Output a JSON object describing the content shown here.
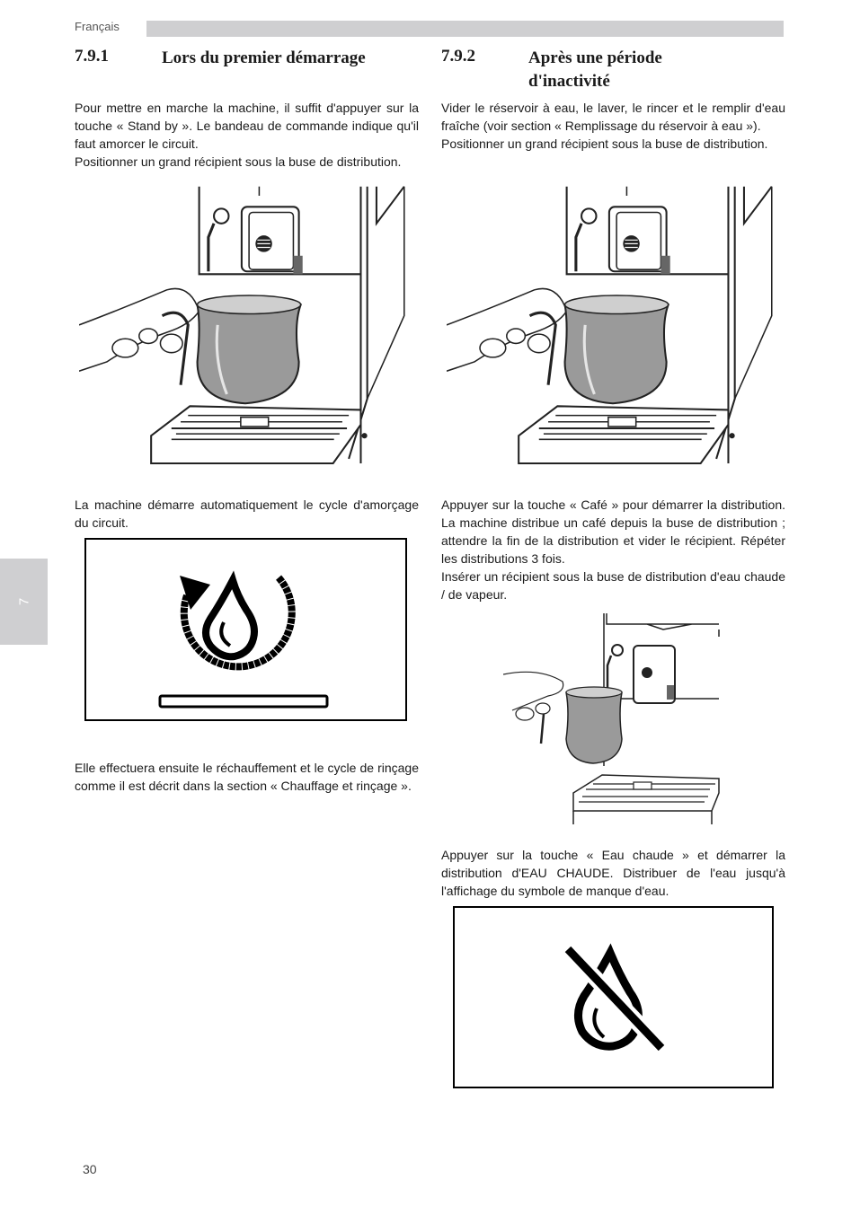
{
  "header": {
    "language": "Français",
    "chapter_tab": "7"
  },
  "left": {
    "section_number": "7.9.1",
    "section_title": "Lors du premier démarrage",
    "intro_p1": "Pour mettre en marche la machine, il suffit d'appuyer sur la touche « Stand by ». Le bandeau de commande indique qu'il faut amorcer le circuit.",
    "intro_p2": "Positionner un grand récipient sous la buse de distribution.",
    "after_image": "La machine démarre automatiquement le cycle d'amorçage du circuit.",
    "after_display": "Elle effectuera ensuite le réchauffement et le cycle de rinçage comme il est décrit dans la section « Chauffage et rinçage »."
  },
  "right": {
    "section_number": "7.9.2",
    "section_title_line1": "Après une période",
    "section_title_line2": "d'inactivité",
    "intro_p1": "Vider le réservoir à eau, le laver, le rincer et le remplir d'eau fraîche (voir section « Remplissage du réservoir à eau »).",
    "intro_p2": "Positionner un grand récipient sous la buse de distribution.",
    "after_image_p1": "Appuyer sur la touche « Café » pour démarrer la distribution. La machine distribue un café depuis la buse de distribution ; attendre la fin de la distribution et vider le récipient. Répéter les distributions 3 fois.",
    "after_image_p2": "Insérer un récipient sous la buse de distribution d'eau chaude / de vapeur.",
    "after_small_image": "Appuyer sur la touche « Eau chaude » et démarrer la distribution d'EAU CHAUDE. Distribuer de l'eau jusqu'à l'affichage du symbole de manque d'eau."
  },
  "icons": {
    "display_1": "priming-cycle-icon",
    "display_2": "no-water-icon",
    "illustrations": "machine-with-jug-illustration"
  },
  "footer": {
    "page_number": "30"
  }
}
